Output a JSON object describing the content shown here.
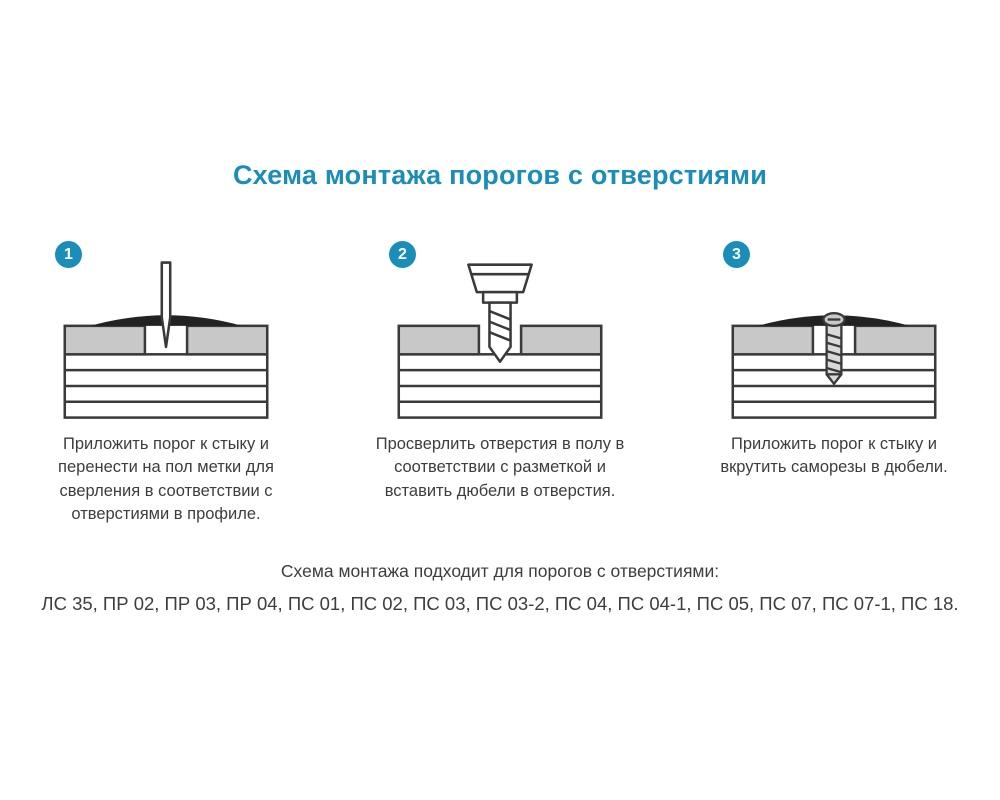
{
  "page": {
    "title": "Схема монтажа порогов с отверстиями"
  },
  "colors": {
    "accent": "#1a8db8",
    "text": "#3d3d3d",
    "floor_gray": "#c8c8c8",
    "threshold_dark": "#222222"
  },
  "steps": [
    {
      "number": "1",
      "illustration": "awl-marking-icon",
      "caption": "Приложить порог к стыку и перенести на пол метки для сверления в соответствии с отверстиями в профиле."
    },
    {
      "number": "2",
      "illustration": "drill-icon",
      "caption": "Просверлить отверстия в полу в соответствии с разметкой и вставить дюбели в отверстия."
    },
    {
      "number": "3",
      "illustration": "screw-icon",
      "caption": "Приложить порог к стыку и вкрутить саморезы в дюбели."
    }
  ],
  "footer": {
    "line1": "Схема монтажа подходит для порогов с отверстиями:",
    "line2": "ЛС 35, ПР 02, ПР 03, ПР 04, ПС 01, ПС 02, ПС 03, ПС 03-2, ПС 04, ПС 04-1, ПС 05, ПС 07, ПС 07-1, ПС 18."
  }
}
